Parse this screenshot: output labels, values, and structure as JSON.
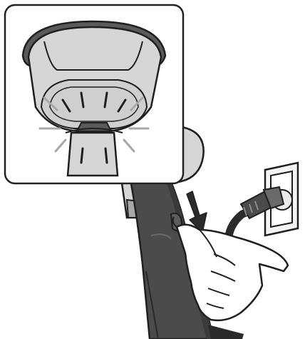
{
  "illustration": {
    "subject": "garment-steamer-handle-plugged-into-wall-socket",
    "inset": "close-up-of-steamer-head-with-light-indicators",
    "arrow_direction": "down"
  },
  "colors": {
    "outline": "#1f1f1f",
    "dark_handle": "#4b4b4b",
    "light_gray": "#d6d6d6",
    "mid_gray": "#a8a8a8",
    "inset_background": "#ffffff",
    "frame": "#222222"
  },
  "icons": {
    "arrow": "arrow-down-icon",
    "socket": "wall-socket-icon",
    "plug": "plug-icon",
    "hand": "hand-icon"
  }
}
